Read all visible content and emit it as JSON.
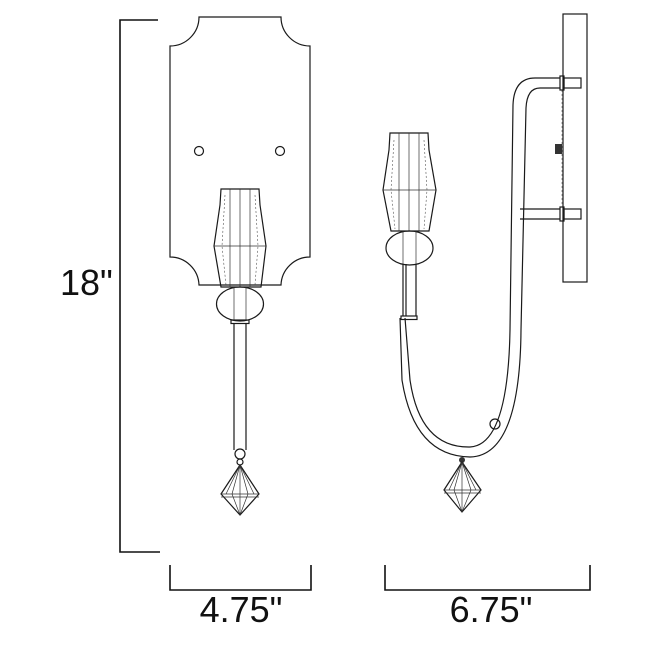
{
  "dimensions": {
    "height": "18\"",
    "front_width": "4.75\"",
    "side_depth": "6.75\""
  },
  "colors": {
    "line": "#1a1a1a",
    "background": "#ffffff"
  }
}
